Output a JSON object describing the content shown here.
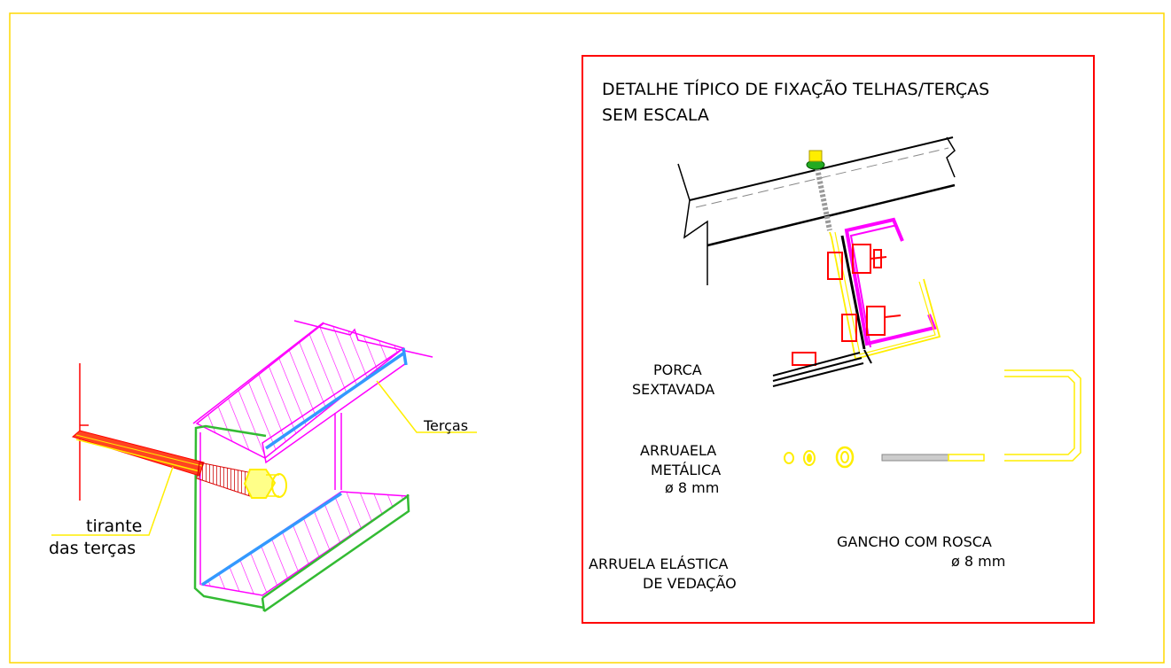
{
  "left_detail": {
    "label_tercas": "Terças",
    "label_tirante_1": "tirante",
    "label_tirante_2": "das terças"
  },
  "right_detail": {
    "title_line1": "DETALHE TÍPICO DE FIXAÇÃO TELHAS/TERÇAS",
    "title_line2": "SEM ESCALA",
    "porca_1": "PORCA",
    "porca_2": "SEXTAVADA",
    "arruela_met_1": "ARRUAELA",
    "arruela_met_2": "METÁLICA",
    "arruela_met_3": "ø 8 mm",
    "arruela_elast_1": "ARRUELA ELÁSTICA",
    "arruela_elast_2": "DE VEDAÇÃO",
    "gancho_1": "GANCHO COM ROSCA",
    "gancho_2": "ø 8 mm"
  },
  "colors": {
    "sheet_border": "#ffd800",
    "frame": "#ff0000",
    "purlin": "#ff00ff",
    "edge_blue": "#3399ff",
    "edge_green": "#33bb33",
    "rod": "#ff2200",
    "hardware": "#ffee00"
  }
}
